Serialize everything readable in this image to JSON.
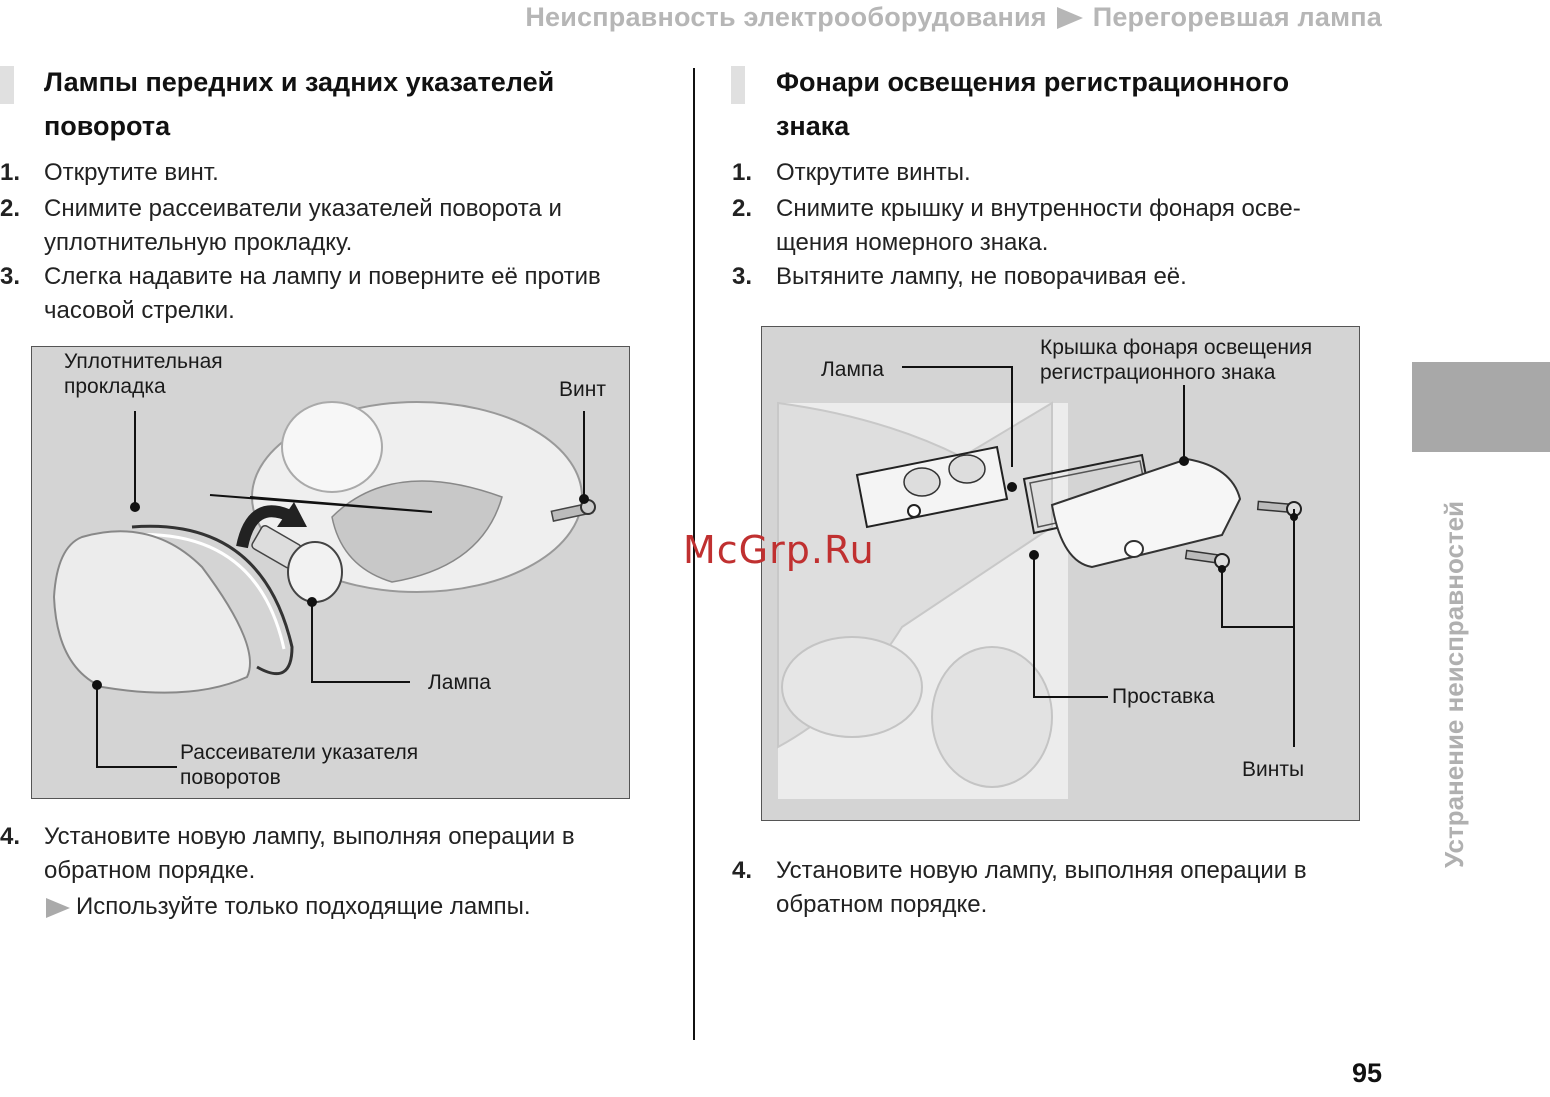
{
  "header": {
    "section": "Неисправность электрооборудования",
    "subsection": "Перегоревшая лампа"
  },
  "left": {
    "title_line1": "Лампы передних и задних указателей",
    "title_line2": "поворота",
    "steps": [
      {
        "num": "1.",
        "text": "Открутите винт."
      },
      {
        "num": "2.",
        "line1": "Снимите рассеиватели указателей поворота и",
        "line2": "уплотнительную прокладку."
      },
      {
        "num": "3.",
        "line1": "Слегка надавите на лампу и поверните её против",
        "line2": "часовой стрелки."
      },
      {
        "num": "4.",
        "line1": "Установите новую лампу, выполняя операции в",
        "line2": "обратном порядке."
      }
    ],
    "note": "Используйте только подходящие лампы.",
    "figure": {
      "gasket_line1": "Уплотнительная",
      "gasket_line2": "прокладка",
      "screw": "Винт",
      "bulb": "Лампа",
      "lens_line1": "Рассеиватели указателя",
      "lens_line2": "поворотов"
    }
  },
  "right": {
    "title_line1": "Фонари освещения регистрационного",
    "title_line2": "знака",
    "steps": [
      {
        "num": "1.",
        "text": "Открутите винты."
      },
      {
        "num": "2.",
        "line1": "Снимите крышку и внутренности фонаря осве-",
        "line2": "щения номерного знака."
      },
      {
        "num": "3.",
        "text": "Вытяните лампу, не поворачивая её."
      },
      {
        "num": "4.",
        "line1": "Установите новую лампу, выполняя операции в",
        "line2": "обратном порядке."
      }
    ],
    "figure": {
      "bulb": "Лампа",
      "cover_line1": "Крышка фонаря освещения",
      "cover_line2": "регистрационного знака",
      "spacer": "Проставка",
      "screws": "Винты"
    }
  },
  "side_tab": "Устранение неисправностей",
  "page_number": "95",
  "watermark": "McGrp.Ru"
}
